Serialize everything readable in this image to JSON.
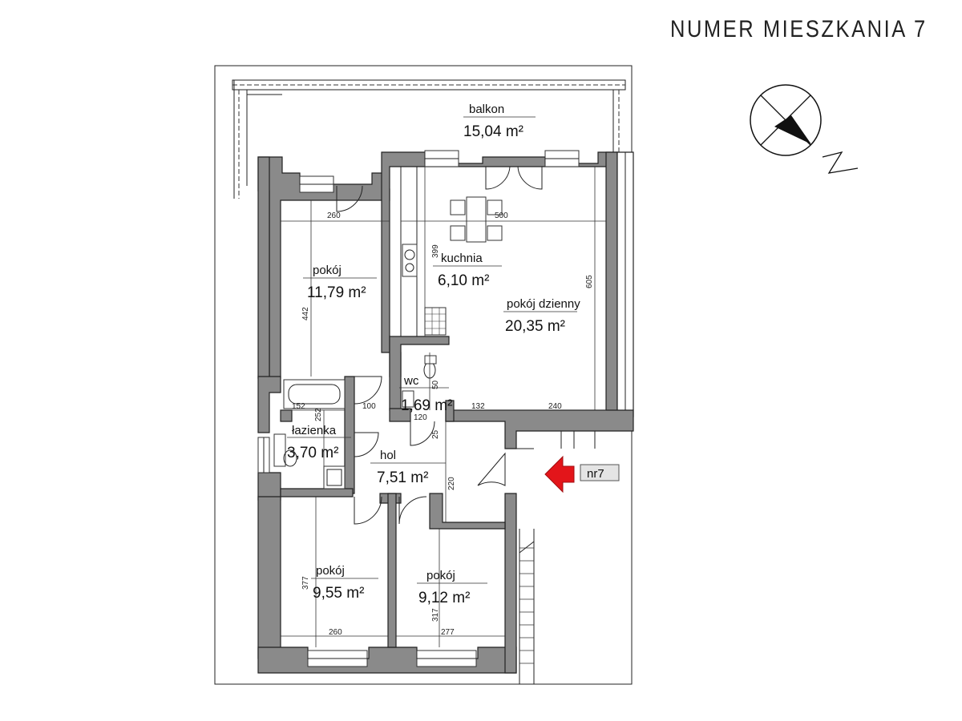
{
  "title": "NUMER MIESZKANIA 7",
  "rooms": {
    "balkon": {
      "name": "balkon",
      "area": "15,04 m²"
    },
    "pokoj_1": {
      "name": "pokój",
      "area": "11,79 m²"
    },
    "kuchnia": {
      "name": "kuchnia",
      "area": "6,10 m²"
    },
    "pokoj_dzienny": {
      "name": "pokój dzienny",
      "area": "20,35 m²"
    },
    "wc": {
      "name": "wc",
      "area": "1,69 m²"
    },
    "lazienka": {
      "name": "łazienka",
      "area": "3,70 m²"
    },
    "hol": {
      "name": "hol",
      "area": "7,51 m²"
    },
    "pokoj_2": {
      "name": "pokój",
      "area": "9,55 m²"
    },
    "pokoj_3": {
      "name": "pokój",
      "area": "9,12 m²"
    }
  },
  "dimensions": {
    "d260_top": "260",
    "d500": "500",
    "d442": "442",
    "d399": "399",
    "d605": "605",
    "d152": "152",
    "d252": "252",
    "d100": "100",
    "d50": "50",
    "d120": "120",
    "d132": "132",
    "d240": "240",
    "d25": "25",
    "d220": "220",
    "d377": "377",
    "d317": "317",
    "d260_bottom": "260",
    "d277": "277"
  },
  "entrance": {
    "label": "nr7",
    "arrow_color": "#e3151a"
  },
  "compass": {
    "letter": "N"
  }
}
